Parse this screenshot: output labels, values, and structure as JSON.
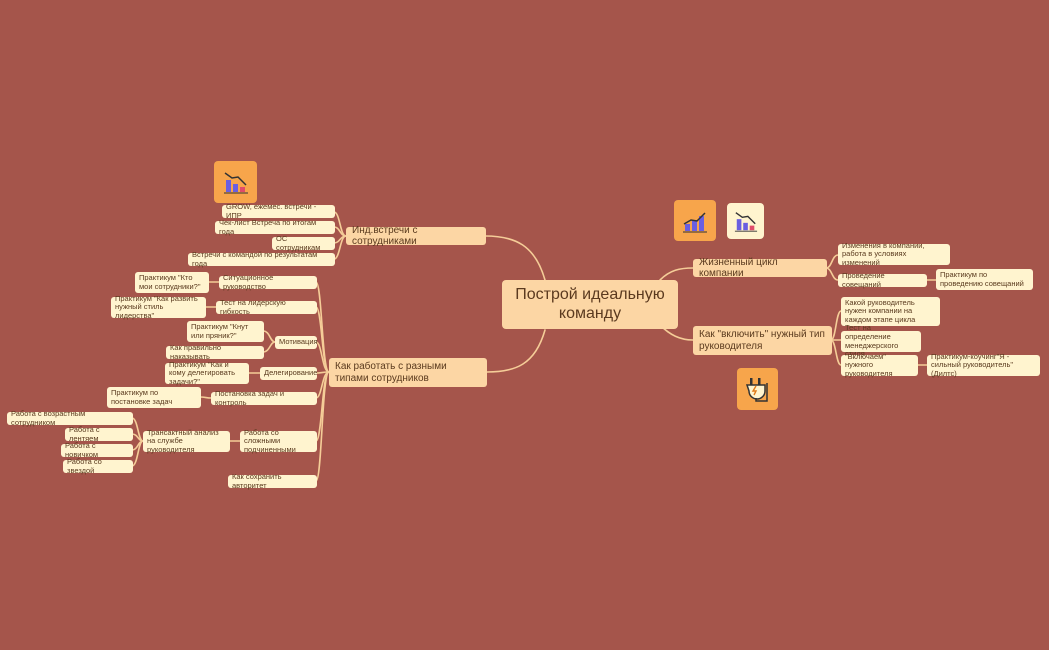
{
  "root": {
    "title": "Построй идеальную команду"
  },
  "branches": {
    "ind_meetings": {
      "label": "Инд.встречи с сотрудниками",
      "items": [
        "GROW, ежемес. встречи - ИПР",
        "Чек-лист Встреча по итогам года",
        "ОС сотрудникам",
        "Встречи с командой по результатам года"
      ]
    },
    "work_types": {
      "label": "Как работать с разными типами сотрудников",
      "situational": "Ситуационное руководство",
      "situational_practice": "Практикум \"Кто мои сотрудники?\"",
      "leadership_test": "Тест на лидерскую гибкость",
      "leadership_practice": "Практикум \"Как развить нужный стиль лидерства\"",
      "motivation": "Мотивация",
      "motivation_practice": "Практикум \"Кнут или пряник?\"",
      "punish": "Как правильно наказывать",
      "delegation": "Делегирование",
      "delegation_practice": "Практикум \"Как и кому делегировать задачи?\"",
      "tasks": "Постановка задач и контроль",
      "tasks_practice": "Практикум по постановке задач",
      "difficult": "Работа со сложными подчиненными",
      "transact": "Трансактный анализ на службе руководителя",
      "transact_items": [
        "Работа с возрастным сотрудником",
        "Работа с лентяем",
        "Работа с новичком",
        "Работа со звездой"
      ],
      "authority": "Как сохранить авторитет"
    },
    "lifecycle": {
      "label": "Жизненный цикл компании",
      "changes": "Изменения в компании, работа в условиях изменений",
      "meetings": "Проведение совещаний",
      "meetings_practice": "Практикум по проведению совещаний"
    },
    "leader_type": {
      "label": "Как \"включить\" нужный тип руководителя",
      "which": "Какой руководитель нужен компании на каждом этапе цикла",
      "test": "Тест на определение менеджерского стиля",
      "switch_on": "\"Включаем\" нужного руководителя",
      "switch_practice": "Практикум-коучинг\"Я - сильный руководитель\"(Дилтс)"
    }
  },
  "icons": [
    "chart-down-icon",
    "chart-up-icon",
    "chart-down-icon",
    "plug-icon"
  ],
  "colors": {
    "background": "#a5554b",
    "main_node": "#fcd6a4",
    "leaf_node": "#fff4cf",
    "connector": "#f7cf9a",
    "icon_accent": "#f7a54b"
  }
}
